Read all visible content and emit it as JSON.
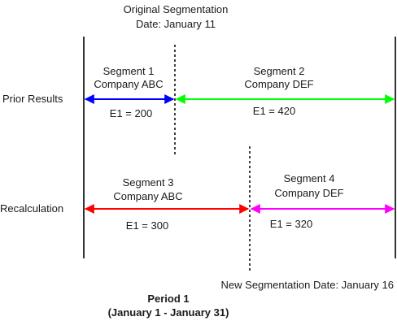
{
  "original_segmentation": {
    "line1": "Original Segmentation",
    "line2": "Date: January 11"
  },
  "rows": {
    "prior": "Prior Results",
    "recalc": "Recalculation"
  },
  "segments": {
    "s1": {
      "name": "Segment 1",
      "company": "Company ABC",
      "value": "E1 = 200",
      "color": "#0000ff"
    },
    "s2": {
      "name": "Segment 2",
      "company": "Company DEF",
      "value": "E1 = 420",
      "color": "#00ff00"
    },
    "s3": {
      "name": "Segment 3",
      "company": "Company ABC",
      "value": "E1 = 300",
      "color": "#ff0000"
    },
    "s4": {
      "name": "Segment 4",
      "company": "Company DEF",
      "value": "E1 = 320",
      "color": "#ff00ff"
    }
  },
  "new_segmentation": "New Segmentation Date: January 16",
  "period": {
    "title": "Period 1",
    "range": "(January 1 - January 31)"
  }
}
